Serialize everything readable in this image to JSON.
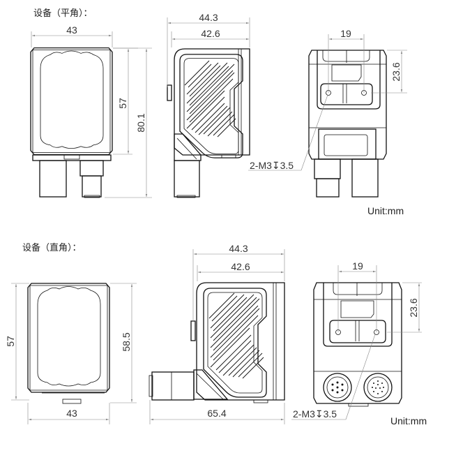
{
  "sections": [
    {
      "title": "设备（平角）：",
      "views": {
        "front": {
          "width_label": "43",
          "height_label": "57",
          "total_height_label": "80.1"
        },
        "side": {
          "overall_depth_label": "44.3",
          "body_depth_label": "42.6"
        },
        "rear": {
          "hole_spacing_label": "19",
          "hole_offset_label": "23.6",
          "callout": "2-M3↧3.5"
        }
      },
      "unit_label": "Unit:mm"
    },
    {
      "title": "设备（直角）：",
      "views": {
        "front": {
          "height_label": "57",
          "total_height_label": "58.5",
          "width_label": "43"
        },
        "side": {
          "overall_depth_label": "44.3",
          "body_depth_label": "42.6",
          "total_length_label": "65.4"
        },
        "rear": {
          "hole_spacing_label": "19",
          "hole_offset_label": "23.6",
          "callout": "2-M3↧3.5"
        }
      },
      "unit_label": "Unit:mm"
    }
  ]
}
